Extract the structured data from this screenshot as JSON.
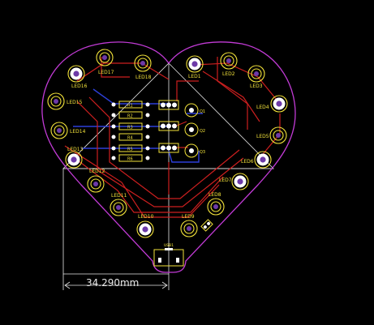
{
  "colors": {
    "background": "#000000",
    "outline": "#c23bd6",
    "silkscreen": "#f2e23a",
    "copper_top": "#cc1f1f",
    "copper_bottom": "#2d3fd8",
    "construction": "#e6e6e6",
    "pad_fill": "#ffffff",
    "drill": "#6d3aa8"
  },
  "board": {
    "dimension_label": "34.290mm"
  },
  "leds": [
    {
      "id": "LED1",
      "label": "LED1"
    },
    {
      "id": "LED2",
      "label": "LED2"
    },
    {
      "id": "LED3",
      "label": "LED3"
    },
    {
      "id": "LED4",
      "label": "LED4"
    },
    {
      "id": "LED5",
      "label": "LED5"
    },
    {
      "id": "LED6",
      "label": "LED6"
    },
    {
      "id": "LED7",
      "label": "LED7"
    },
    {
      "id": "LED8",
      "label": "LED8"
    },
    {
      "id": "LED9",
      "label": "LED9"
    },
    {
      "id": "LED10",
      "label": "LED10"
    },
    {
      "id": "LED11",
      "label": "LED11"
    },
    {
      "id": "LED12",
      "label": "LED12"
    },
    {
      "id": "LED13",
      "label": "LED13"
    },
    {
      "id": "LED14",
      "label": "LED14"
    },
    {
      "id": "LED15",
      "label": "LED15"
    },
    {
      "id": "LED16",
      "label": "LED16"
    },
    {
      "id": "LED17",
      "label": "LED17"
    },
    {
      "id": "LED18",
      "label": "LED18"
    }
  ],
  "resistors": [
    {
      "id": "R1",
      "label": "R1"
    },
    {
      "id": "R2",
      "label": "R2"
    },
    {
      "id": "R3",
      "label": "R3"
    },
    {
      "id": "R4",
      "label": "R4"
    },
    {
      "id": "R5",
      "label": "R5"
    },
    {
      "id": "R6",
      "label": "R6"
    }
  ],
  "transistors": [
    {
      "id": "Q1",
      "label": "Q1"
    },
    {
      "id": "Q2",
      "label": "Q2"
    },
    {
      "id": "Q3",
      "label": "Q3"
    }
  ],
  "connector": {
    "label": "USB1"
  }
}
